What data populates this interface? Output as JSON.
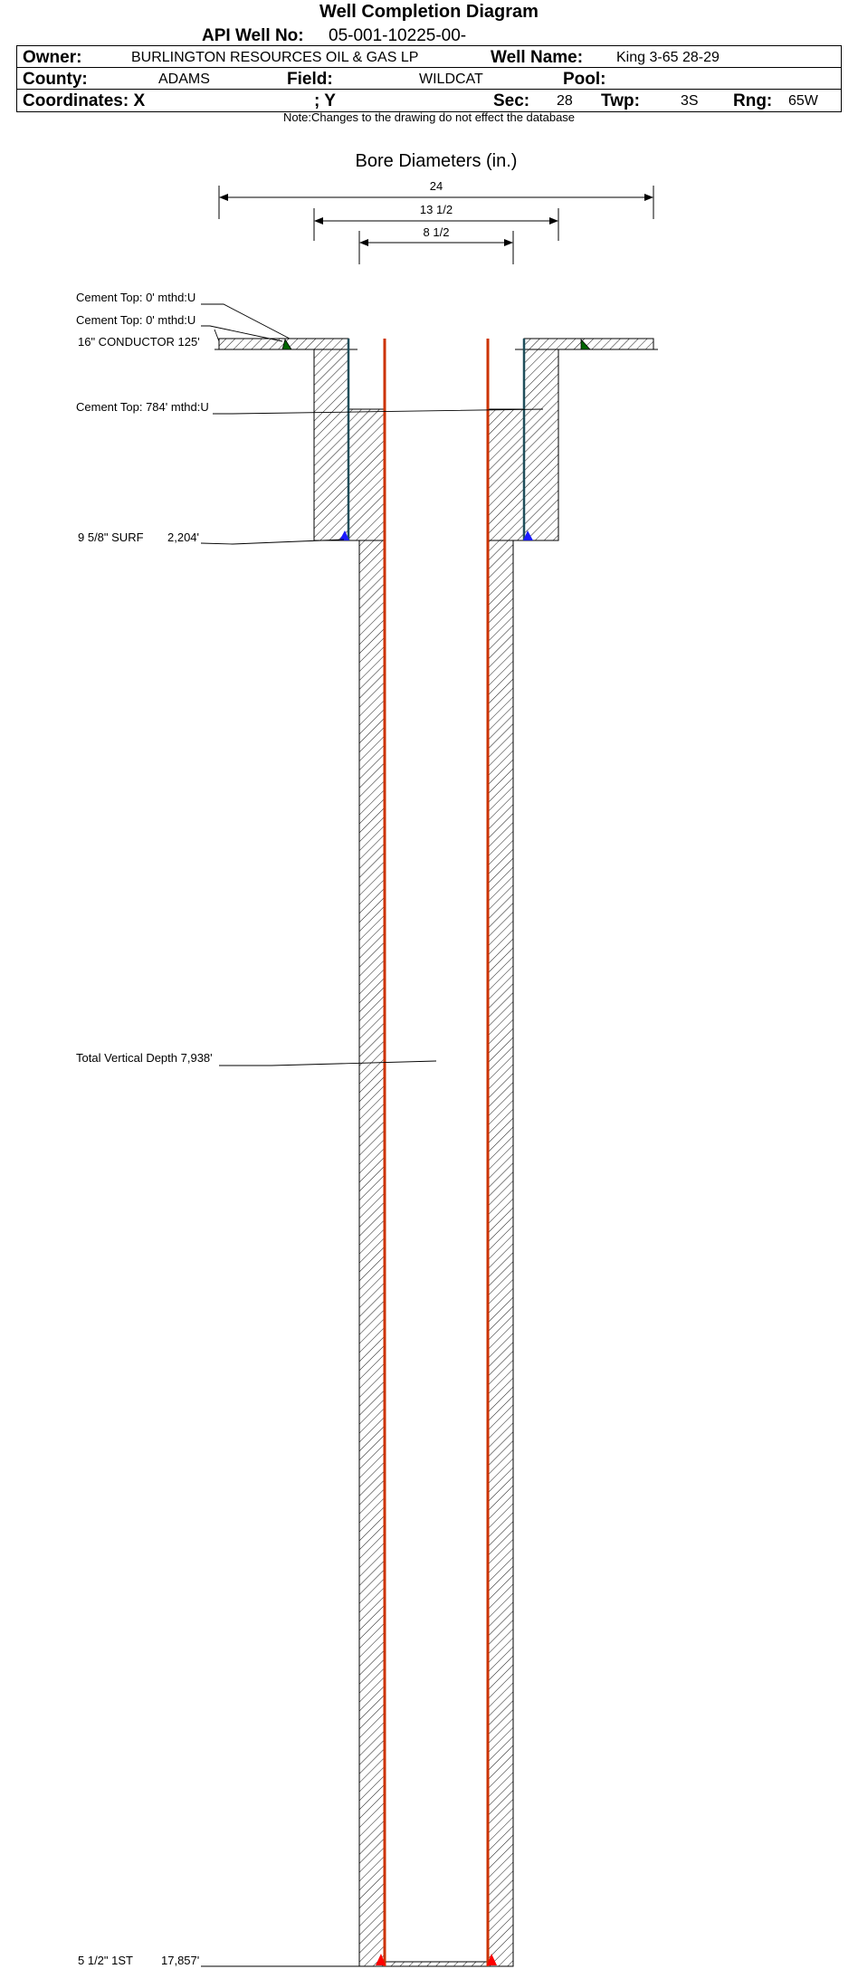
{
  "header": {
    "title": "Well Completion Diagram",
    "api_label": "API Well No:",
    "api_value": "05-001-10225-00-",
    "owner_label": "Owner:",
    "owner_value": "BURLINGTON RESOURCES OIL & GAS LP",
    "well_name_label": "Well Name:",
    "well_name_value": "King 3-65 28-29",
    "county_label": "County:",
    "county_value": "ADAMS",
    "field_label": "Field:",
    "field_value": "WILDCAT",
    "pool_label": "Pool:",
    "coord_x_label": "Coordinates: X",
    "coord_y_label": "; Y",
    "sec_label": "Sec:",
    "sec_value": "28",
    "twp_label": "Twp:",
    "twp_value": "3S",
    "rng_label": "Rng:",
    "rng_value": "65W",
    "note": "Note:Changes to the drawing do not effect the database"
  },
  "bore": {
    "title": "Bore Diameters (in.)",
    "dims": [
      "24",
      "13 1/2",
      "8 1/2"
    ]
  },
  "annotations": {
    "cement_top_1": "Cement Top: 0' mthd:U",
    "cement_top_2": "Cement Top: 0' mthd:U",
    "conductor": "16\" CONDUCTOR  125'",
    "cement_top_3": "Cement Top: 784' mthd:U",
    "surf_name": "9 5/8\" SURF",
    "surf_depth": "2,204'",
    "tvd": "Total Vertical Depth 7,938'",
    "prod_name": "5 1/2\" 1ST",
    "prod_depth": "17,857'"
  },
  "colors": {
    "production_casing": "#cc3300",
    "surface_casing": "#1f4e5a",
    "shoe_surface": "#1a1aff",
    "shoe_conductor": "#006600",
    "shoe_production": "#ff0000"
  }
}
